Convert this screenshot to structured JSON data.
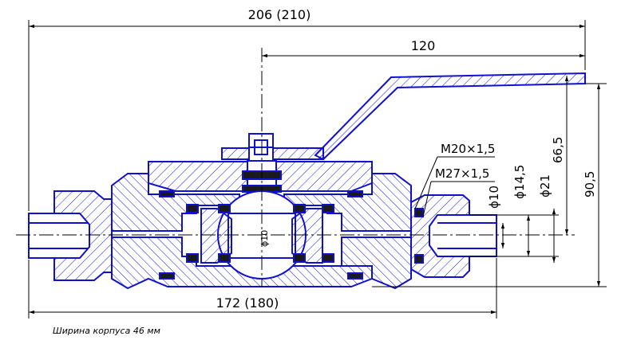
{
  "dimensions": {
    "overall_length": "206 (210)",
    "handle_reach": "120",
    "body_length": "172 (180)",
    "thread_inner": "M20×1,5",
    "thread_outer": "M27×1,5",
    "bore_ball": "ϕ10",
    "bore_pipe": "ϕ10",
    "diam_145": "ϕ14,5",
    "diam_21": "ϕ21",
    "height_665": "66,5",
    "height_905": "90,5"
  },
  "note": "Ширина корпуса 46 мм",
  "colors": {
    "outline": "#1010d0",
    "hatch": "#1010d0",
    "seal_fill": "#1a1a1a",
    "dimension_line": "#000000"
  }
}
